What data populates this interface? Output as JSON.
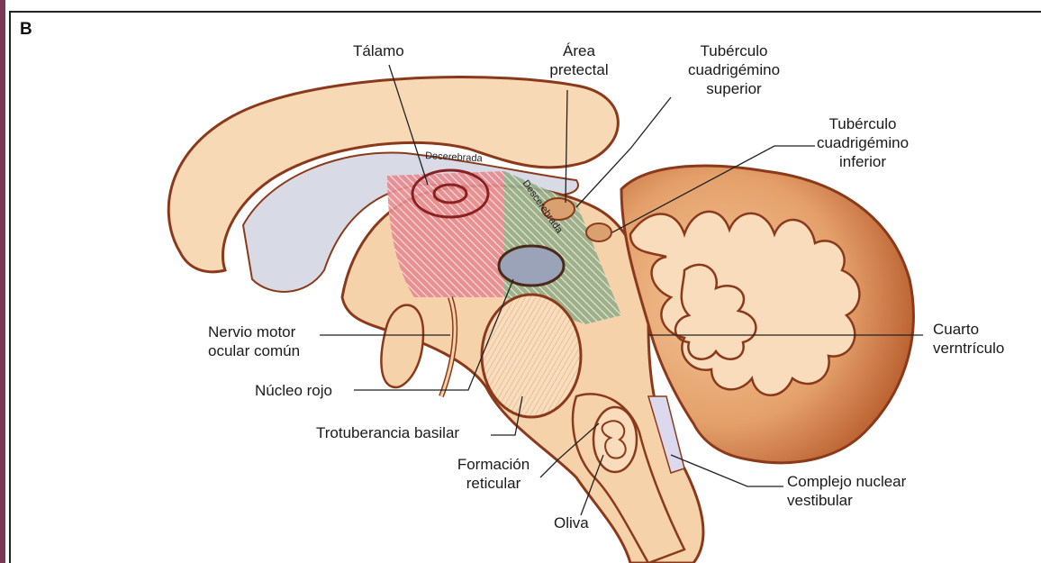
{
  "panel_letter": "B",
  "labels": {
    "talamo": "Tálamo",
    "area_pretectal": "Área\npretectal",
    "tuberculo_superior": "Tubérculo\ncuadrigémino\nsuperior",
    "tuberculo_inferior": "Tubérculo\ncuadrigémino\ninferior",
    "nervio_motor": "Nervio motor\nocular común",
    "nucleo_rojo": "Núcleo rojo",
    "trotuberancia": "Trotuberancia basilar",
    "formacion": "Formación\nreticular",
    "oliva": "Oliva",
    "cuarto": "Cuarto\nverntrículo",
    "complejo": "Complejo nuclear\nvestibular"
  },
  "inner_labels": {
    "decerebrada": "Decerebrada",
    "descerebrada": "Descerebrada"
  },
  "colors": {
    "tissue_fill": "#f6d2aa",
    "tissue_stroke": "#8a3a1a",
    "cerebellum_dark": "#c9743e",
    "ventricle_gray": "#d8dbe6",
    "thalamus_red": "#d9707a",
    "midbrain_green": "#8fa882",
    "frame_accent": "#7a3a56"
  }
}
